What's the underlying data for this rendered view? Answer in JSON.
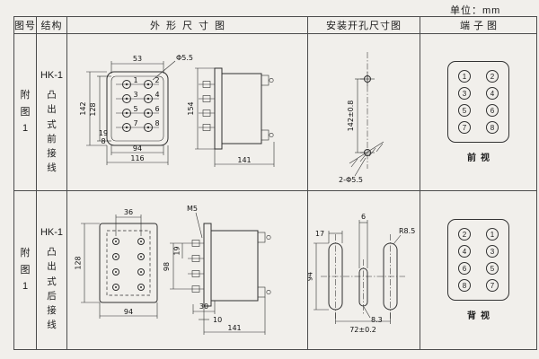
{
  "page": {
    "unit_label": "单位：mm"
  },
  "table": {
    "headers": {
      "fig_no": "图号",
      "structure": "结构",
      "outline": "外形尺寸图",
      "install": "安装开孔尺寸图",
      "terminal": "端子图"
    },
    "rows": [
      {
        "fig_no": "附图1",
        "model": "HK-1",
        "structure_desc": "凸出式前接线",
        "view_label": "前视",
        "terminals": [
          "1",
          "2",
          "3",
          "4",
          "5",
          "6",
          "7",
          "8"
        ],
        "dims": {
          "top_width": "53",
          "hole_dia": "Φ5.5",
          "outer_height": "142",
          "inner_height": "128",
          "d19": "19",
          "d8": "8",
          "inner_width": "94",
          "outer_width": "116",
          "side_height": "154",
          "side_depth": "141",
          "install_height": "142±0.8",
          "install_holes": "2-Φ5.5"
        }
      },
      {
        "fig_no": "附图1",
        "model": "HK-1",
        "structure_desc": "凸出式后接线",
        "view_label": "背视",
        "terminals": [
          "2",
          "1",
          "4",
          "3",
          "6",
          "5",
          "8",
          "7"
        ],
        "dims": {
          "top_width": "36",
          "thread": "M5",
          "height": "128",
          "width": "94",
          "stud_span": "98",
          "pitch": "19",
          "d30": "30",
          "d10": "10",
          "side_depth": "141",
          "slot_gap": "6",
          "slot_width": "17",
          "slot_radius": "R8.5",
          "install_height": "94",
          "d83": "8.3",
          "install_width": "72±0.2"
        }
      }
    ]
  }
}
